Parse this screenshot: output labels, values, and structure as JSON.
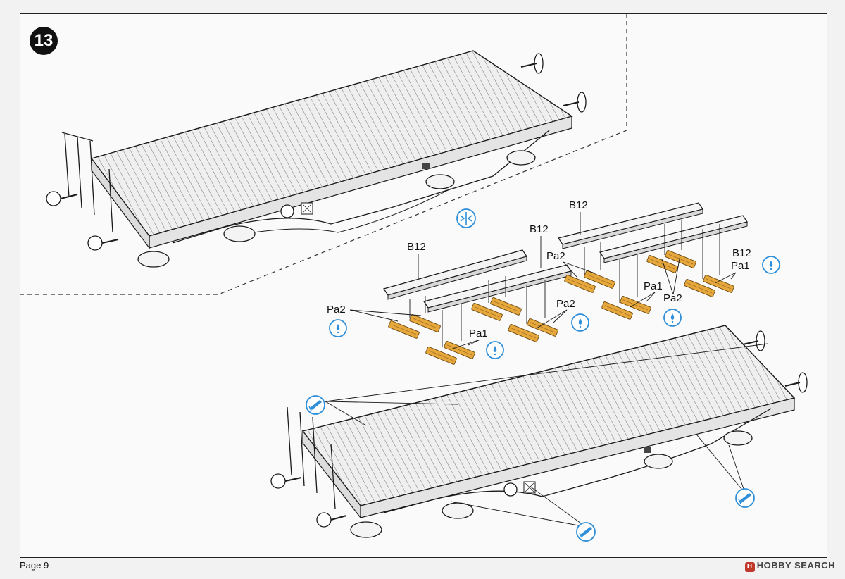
{
  "step": {
    "number": "13"
  },
  "page": {
    "label": "Page 9"
  },
  "watermark": {
    "text": "HOBBY SEARCH"
  },
  "parts": {
    "b12_a": "B12",
    "b12_b": "B12",
    "b12_c": "B12",
    "b12_d": "B12",
    "pa2_a": "Pa2",
    "pa2_b": "Pa2",
    "pa2_c": "Pa2",
    "pa2_d": "Pa2",
    "pa1_a": "Pa1",
    "pa1_b": "Pa1",
    "pa1_c": "Pa1"
  },
  "colors": {
    "photo_etch": "#e6a73c",
    "callout_blue": "#2f8fd8",
    "line": "#1a1a1a",
    "deck": "#ececec"
  },
  "icons": [
    "align-symbol-icon",
    "glue-drop-icon",
    "paint-marker-icon"
  ]
}
